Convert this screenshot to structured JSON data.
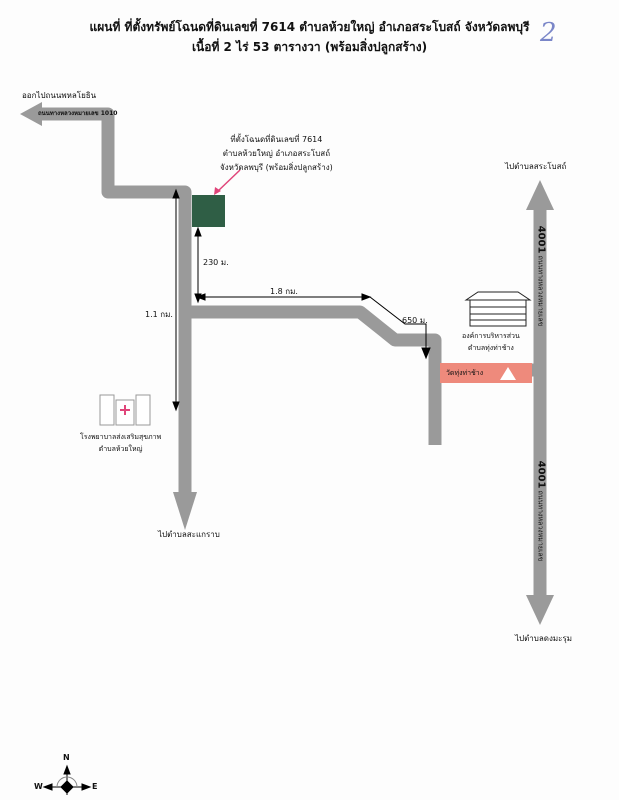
{
  "title": {
    "line1": "แผนที่ ที่ตั้งทรัพย์โฉนดที่ดินเลขที่ 7614  ตำบลห้วยใหญ่  อำเภอสระโบสถ์  จังหวัดลพบุรี",
    "line2": "เนื้อที่  2 ไร่ 53 ตารางวา (พร้อมสิ่งปลูกสร้าง)",
    "page_mark": "2"
  },
  "labels": {
    "exit_phahon": "ออกไปถนนพหลโยธิน",
    "road_1010": "ถนนทางหลวงหมายเลข 1010",
    "property_line1": "ที่ตั้งโฉนดที่ดินเลขที่ 7614",
    "property_line2": "ตำบลห้วยใหญ่ อำเภอสระโบสถ์",
    "property_line3": "จังหวัดลพบุรี (พร้อมสิ่งปลูกสร้าง)",
    "dist_230": "230 ม.",
    "dist_1_1": "1.1 กม.",
    "dist_1_8": "1.8 กม.",
    "dist_650": "650 ม.",
    "to_sabot": "ไปตำบลสระโบสถ์",
    "to_sakaeo": "ไปตำบลสะแกราบ",
    "to_dongmarum": "ไปตำบลดงมะรุม",
    "sao_line1": "องค์การบริหารส่วน",
    "sao_line2": "ตำบลทุ่งท่าช้าง",
    "temple": "วัดทุ่งท่าช้าง",
    "hospital_line1": "โรงพยาบาลส่งเสริมสุขภาพ",
    "hospital_line2": "ตำบลห้วยใหญ่",
    "road_4001_num": "4001",
    "road_4001_text": "ถนนทางหลวงหมายเลข"
  },
  "compass": {
    "n": "N",
    "e": "E",
    "w": "W"
  },
  "colors": {
    "road": "#9a9a9a",
    "property": "#2f5e45",
    "temple": "#ee8a7c",
    "pointer": "#e0457a"
  }
}
